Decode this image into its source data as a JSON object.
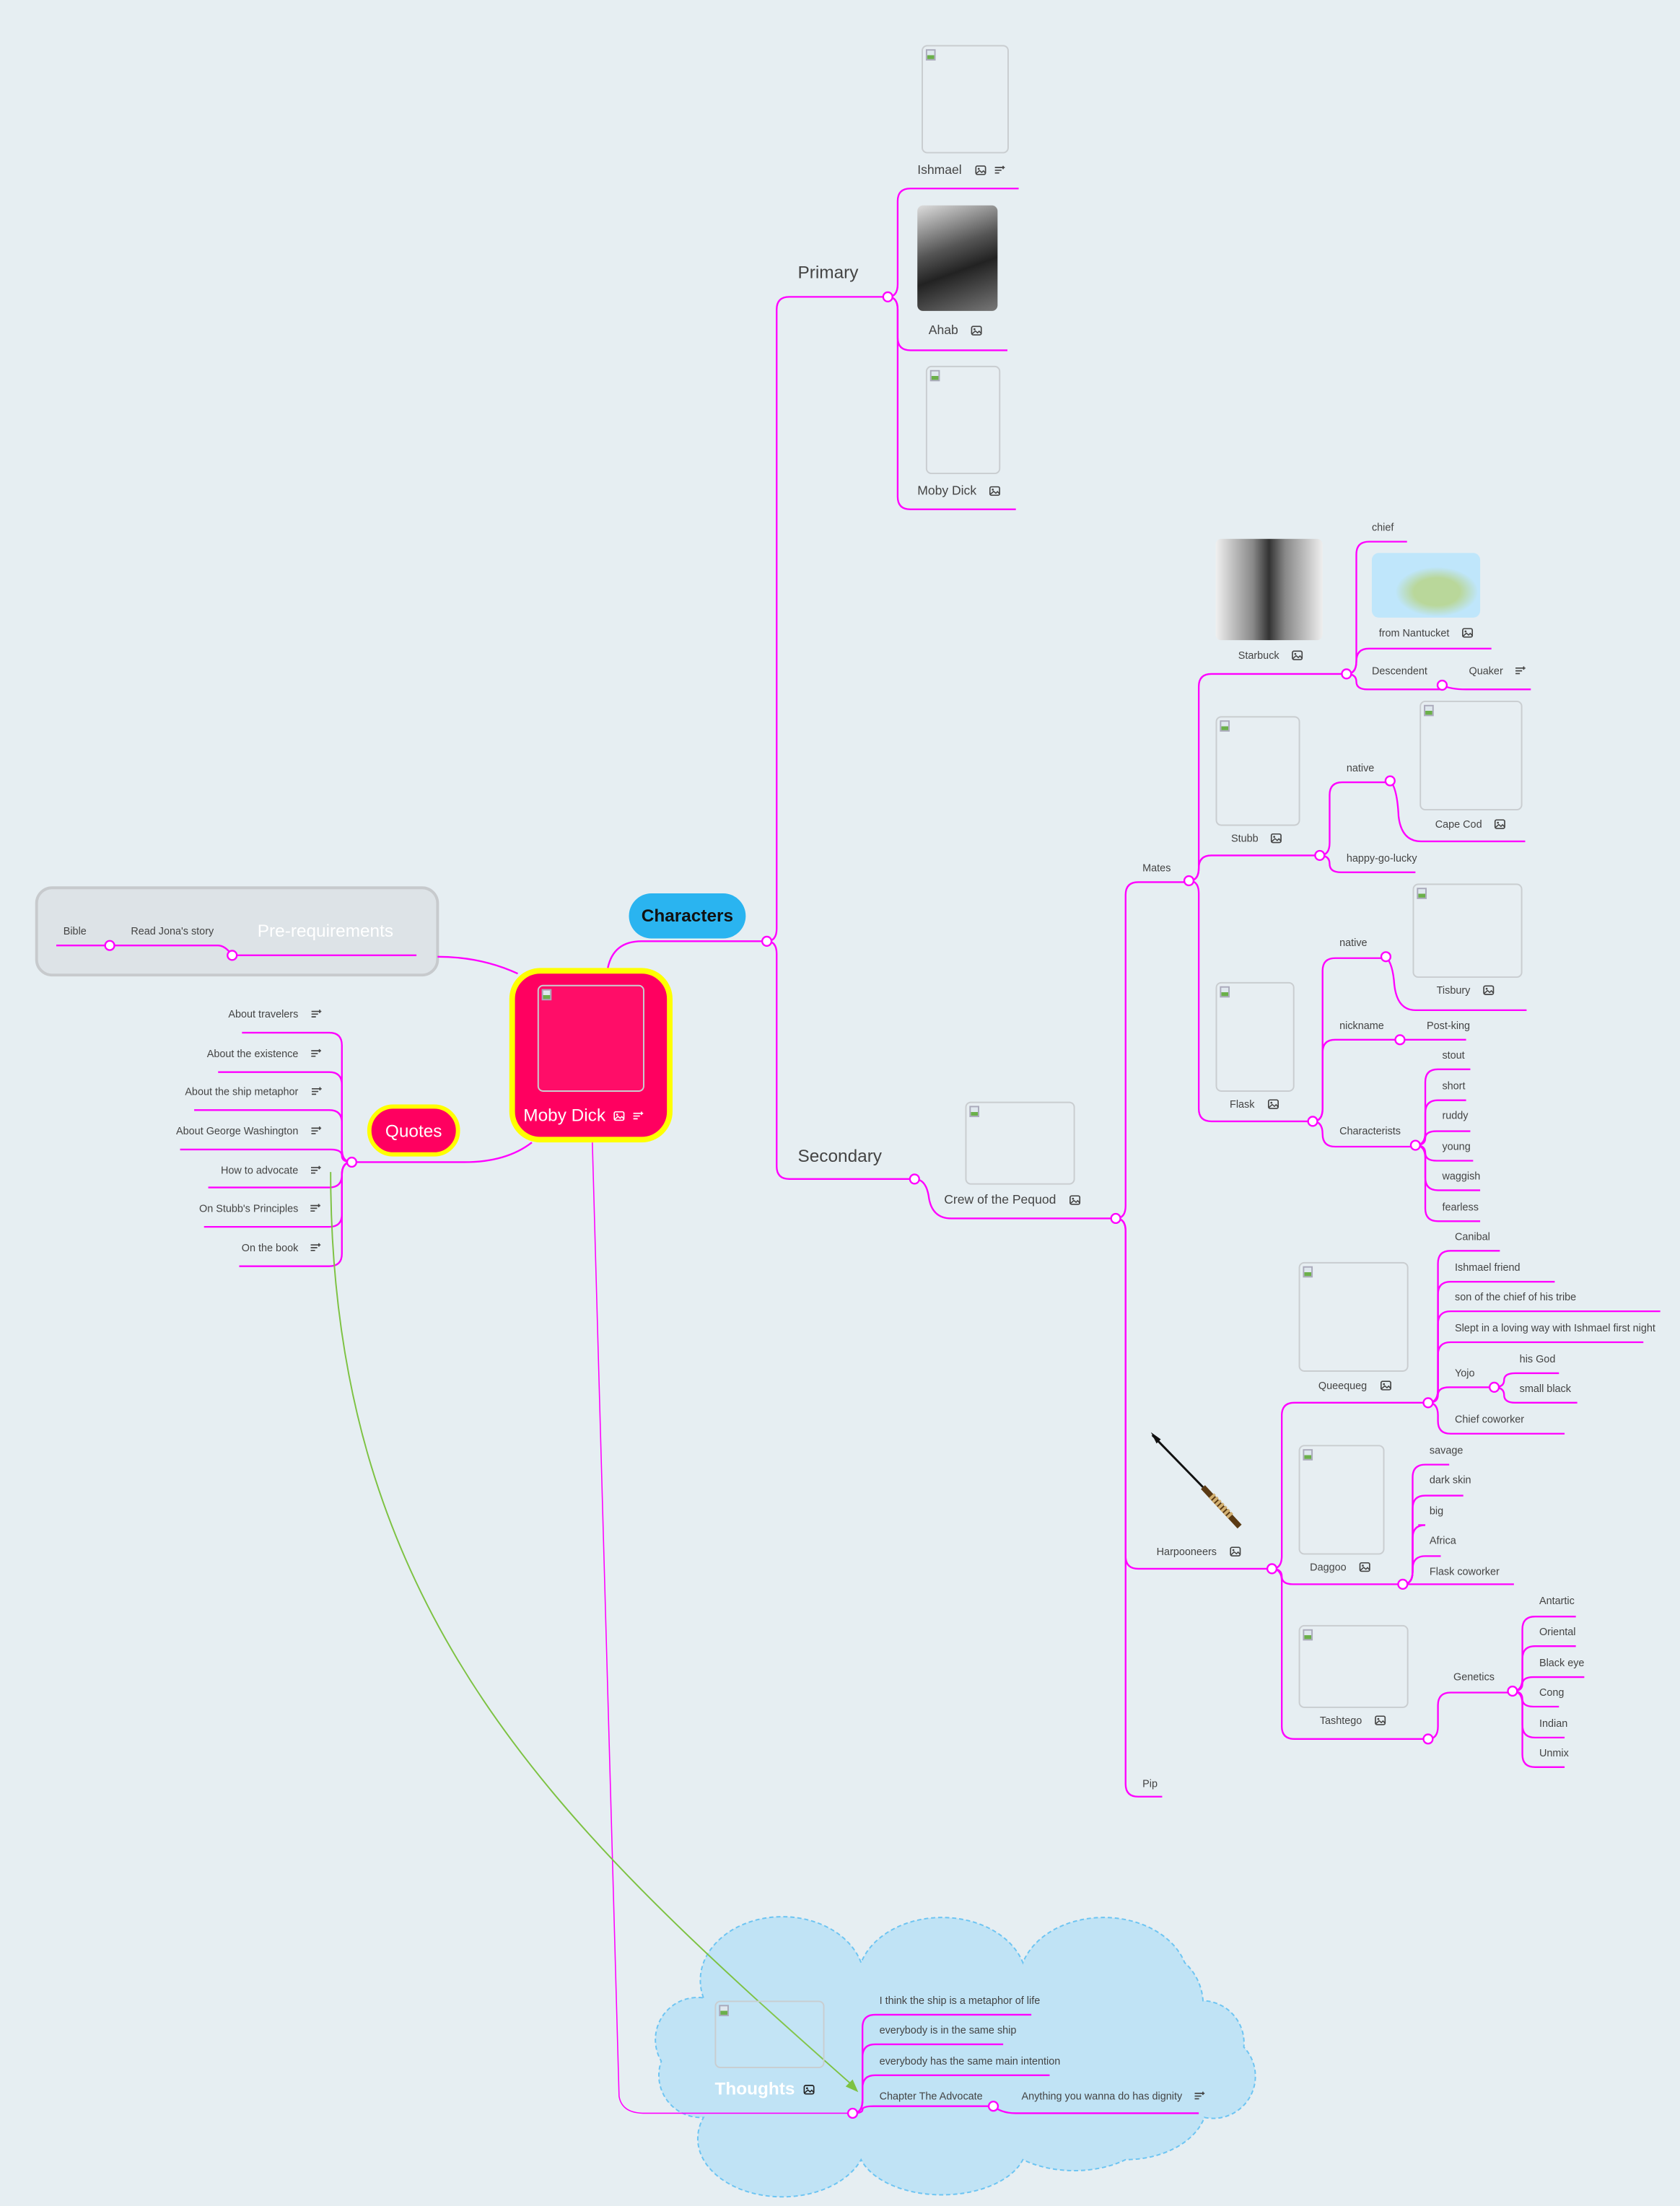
{
  "colors": {
    "branch": "#ff00ff",
    "background": "#e6eef2",
    "central": "#ff0060",
    "highlight": "#ffff00",
    "characters": "#2ab4f0",
    "cloud": "#c0e3f5",
    "relationship": "#7dc242"
  },
  "central": {
    "label": "Moby Dick"
  },
  "prerequirements": {
    "label": "Pre-requirements",
    "items": [
      "Bible",
      "Read Jona's story"
    ]
  },
  "characters": {
    "label": "Characters"
  },
  "primary": {
    "label": "Primary",
    "items": [
      "Ishmael",
      "Ahab",
      "Moby Dick"
    ]
  },
  "secondary": {
    "label": "Secondary",
    "crew": "Crew of the Pequod"
  },
  "mates": {
    "label": "Mates",
    "starbuck": {
      "label": "Starbuck",
      "chief": "chief",
      "from": "from Nantucket",
      "descendent": "Descendent",
      "quaker": "Quaker"
    },
    "stubb": {
      "label": "Stubb",
      "native": "native",
      "cape": "Cape Cod",
      "trait": "happy-go-lucky"
    },
    "flask": {
      "label": "Flask",
      "native": "native",
      "tisbury": "Tisbury",
      "nickname": "nickname",
      "postking": "Post-king",
      "characterists": "Characterists",
      "traits": [
        "stout",
        "short",
        "ruddy",
        "young",
        "waggish",
        "fearless"
      ]
    }
  },
  "harpooneers": {
    "label": "Harpooneers",
    "queequeg": {
      "label": "Queequeg",
      "items": [
        "Canibal",
        "Ishmael friend",
        "son of the chief of his tribe",
        "Slept in a loving way with Ishmael first night",
        "Yojo",
        "Chief coworker"
      ],
      "yojo": [
        "his God",
        "small black"
      ]
    },
    "daggoo": {
      "label": "Daggoo",
      "items": [
        "savage",
        "dark skin",
        "big",
        "Africa",
        "Flask coworker"
      ]
    },
    "tashtego": {
      "label": "Tashtego",
      "genetics": "Genetics",
      "items": [
        "Antartic",
        "Oriental",
        "Black eye",
        "Cong",
        "Indian",
        "Unmix"
      ]
    }
  },
  "pip": {
    "label": "Pip"
  },
  "quotes": {
    "label": "Quotes",
    "items": [
      "About travelers",
      "About the existence",
      "About the ship metaphor",
      "About George Washington",
      "How to advocate",
      "On Stubb's Principles",
      "On the book"
    ]
  },
  "thoughts": {
    "label": "Thoughts",
    "items": [
      "I think the ship is a metaphor of life",
      "everybody is in the same ship",
      "everybody has the same main intention",
      "Chapter The Advocate"
    ],
    "advocate": "Anything you wanna do has dignity"
  }
}
